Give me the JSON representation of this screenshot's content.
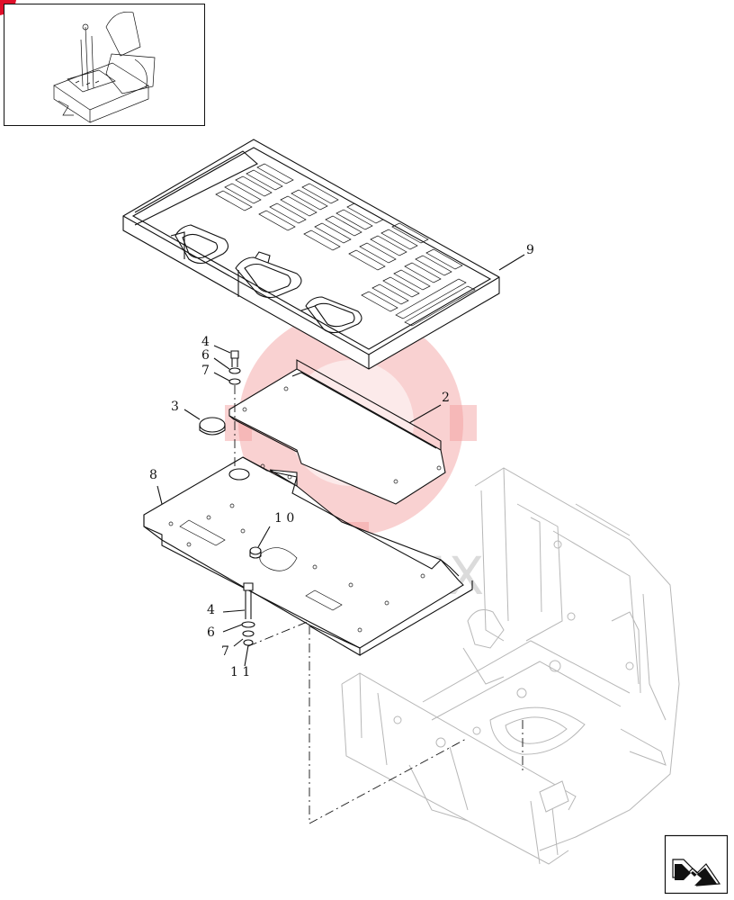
{
  "diagram": {
    "callouts": [
      {
        "id": "c9",
        "label": "9"
      },
      {
        "id": "c2",
        "label": "2"
      },
      {
        "id": "c4a",
        "label": "4"
      },
      {
        "id": "c6a",
        "label": "6"
      },
      {
        "id": "c7a",
        "label": "7"
      },
      {
        "id": "c3",
        "label": "3"
      },
      {
        "id": "c8",
        "label": "8"
      },
      {
        "id": "c10",
        "label": "1 0"
      },
      {
        "id": "c4b",
        "label": "4"
      },
      {
        "id": "c6b",
        "label": "6"
      },
      {
        "id": "c7b",
        "label": "7"
      },
      {
        "id": "c11",
        "label": "1 1"
      }
    ],
    "watermark": "IAHTEX",
    "colors": {
      "line": "#111111",
      "ghost_frame": "#b7b7b7",
      "watermark": "#f19a9a",
      "corner_marker": "#e0102a"
    },
    "icons": {
      "thumbnail": "operator-seat-location-thumbnail",
      "navigation": "next-page-arrow-icon"
    }
  }
}
